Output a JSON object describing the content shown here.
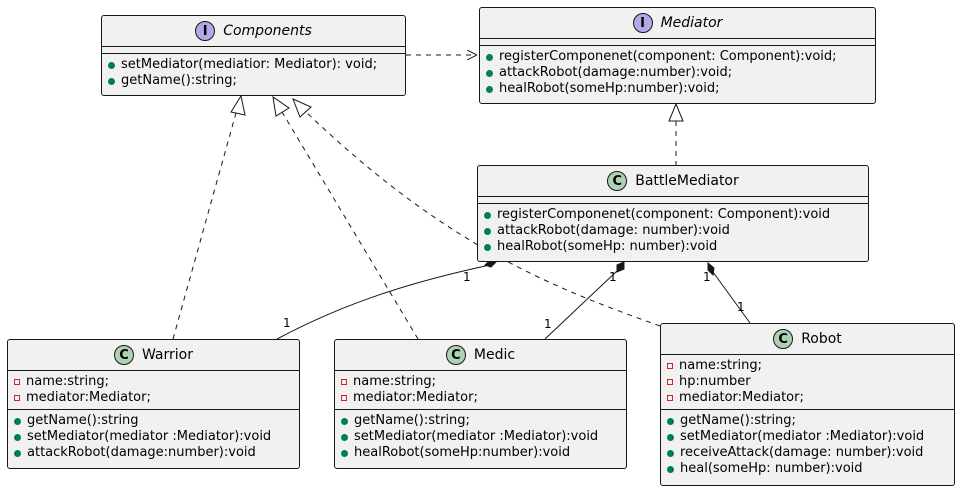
{
  "classes": {
    "components": {
      "name": "Components",
      "stereotype": "I",
      "fields": [],
      "methods": [
        "setMediator(mediatior: Mediator): void;",
        "getName():string;"
      ]
    },
    "mediator": {
      "name": "Mediator",
      "stereotype": "I",
      "fields": [],
      "methods": [
        "registerComponenet(component: Component):void;",
        "attackRobot(damage:number):void;",
        "healRobot(someHp:number):void;"
      ]
    },
    "battle_mediator": {
      "name": "BattleMediator",
      "stereotype": "C",
      "fields": [],
      "methods": [
        "registerComponenet(component: Component):void",
        "attackRobot(damage: number):void",
        "healRobot(someHp: number):void"
      ]
    },
    "warrior": {
      "name": "Warrior",
      "stereotype": "C",
      "fields": [
        "name:string;",
        "mediator:Mediator;"
      ],
      "methods": [
        "getName():string",
        "setMediator(mediator :Mediator):void",
        "attackRobot(damage:number):void"
      ]
    },
    "medic": {
      "name": "Medic",
      "stereotype": "C",
      "fields": [
        "name:string;",
        "mediator:Mediator;"
      ],
      "methods": [
        "getName():string;",
        "setMediator(mediator :Mediator):void",
        "healRobot(someHp:number):void"
      ]
    },
    "robot": {
      "name": "Robot",
      "stereotype": "C",
      "fields": [
        "name:string;",
        "hp:number",
        "mediator:Mediator;"
      ],
      "methods": [
        "getName():string;",
        "setMediator(mediator :Mediator):void",
        "receiveAttack(damage: number):void",
        "heal(someHp: number):void"
      ]
    }
  },
  "multiplicities": {
    "bm_warrior_source": "1",
    "bm_warrior_target": "1",
    "bm_medic_source": "1",
    "bm_medic_target": "1",
    "bm_robot_source": "1",
    "bm_robot_target": "1"
  },
  "colors": {
    "class_fill": "#f1f1f1",
    "border": "#181818",
    "interface_badge": "#b4a7e5",
    "class_badge": "#add1b2",
    "public_marker": "#038048",
    "private_marker": "#c82930"
  }
}
